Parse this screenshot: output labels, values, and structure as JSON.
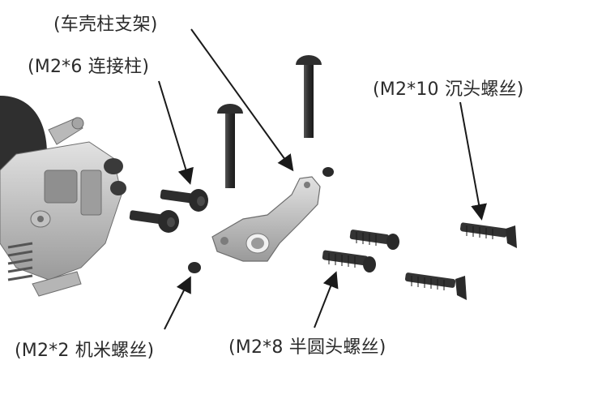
{
  "labels": {
    "bracket": "(车壳柱支架)",
    "standoff": "(M2*6 连接柱)",
    "countersunk": "(M2*10 沉头螺丝)",
    "machine_screw": "(M2*2 机米螺丝)",
    "pan_head": "(M2*8 半圆头螺丝)"
  },
  "colors": {
    "text": "#2b2b2b",
    "arrow": "#1a1a1a",
    "metal_light": "#c8c8c8",
    "metal_dark": "#8f8f8f",
    "screw": "#3a3a3a",
    "rubber": "#2e2e2e"
  }
}
